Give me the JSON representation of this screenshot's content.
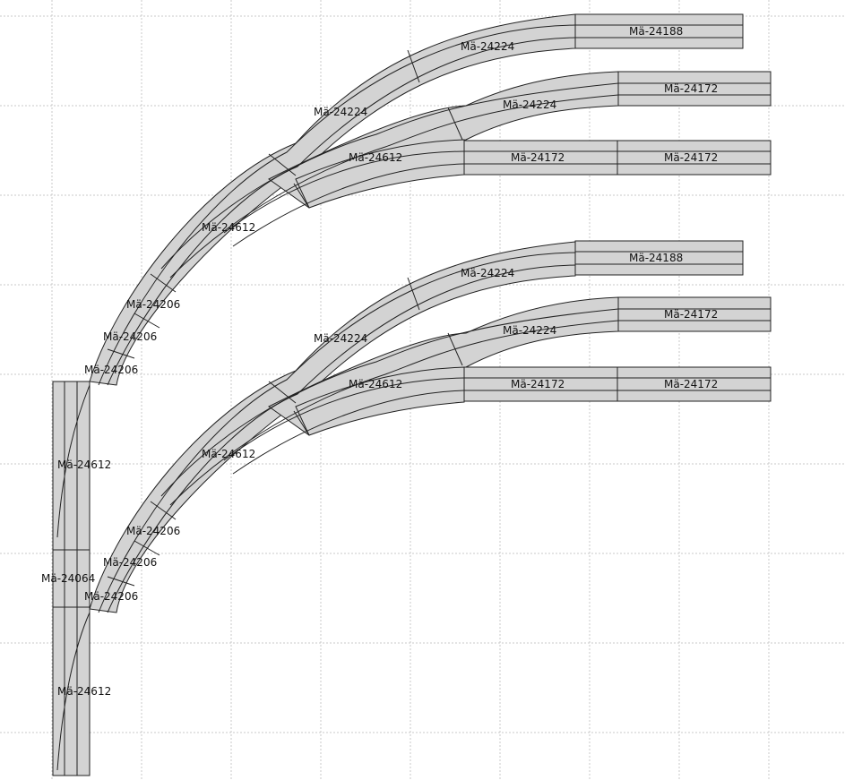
{
  "layout": {
    "pieces": [
      {
        "id": "s1",
        "article": "Mä-24188"
      },
      {
        "id": "s2",
        "article": "Mä-24172"
      },
      {
        "id": "s3",
        "article": "Mä-24172"
      },
      {
        "id": "s4",
        "article": "Mä-24172"
      },
      {
        "id": "s5",
        "article": "Mä-24188"
      },
      {
        "id": "s6",
        "article": "Mä-24172"
      },
      {
        "id": "s7",
        "article": "Mä-24172"
      },
      {
        "id": "s8",
        "article": "Mä-24172"
      },
      {
        "id": "s9",
        "article": "Mä-24612"
      },
      {
        "id": "s10",
        "article": "Mä-24064"
      },
      {
        "id": "s11",
        "article": "Mä-24612"
      },
      {
        "id": "c1",
        "article": "Mä-24224"
      },
      {
        "id": "c2",
        "article": "Mä-24224"
      },
      {
        "id": "c3",
        "article": "Mä-24224"
      },
      {
        "id": "c4",
        "article": "Mä-24612"
      },
      {
        "id": "c5",
        "article": "Mä-24612"
      },
      {
        "id": "c6",
        "article": "Mä-24206"
      },
      {
        "id": "c7",
        "article": "Mä-24206"
      },
      {
        "id": "c8",
        "article": "Mä-24206"
      },
      {
        "id": "c9",
        "article": "Mä-24224"
      },
      {
        "id": "c10",
        "article": "Mä-24224"
      },
      {
        "id": "c11",
        "article": "Mä-24224"
      },
      {
        "id": "c12",
        "article": "Mä-24612"
      },
      {
        "id": "c13",
        "article": "Mä-24612"
      },
      {
        "id": "c14",
        "article": "Mä-24206"
      },
      {
        "id": "c15",
        "article": "Mä-24206"
      },
      {
        "id": "c16",
        "article": "Mä-24206"
      }
    ]
  }
}
